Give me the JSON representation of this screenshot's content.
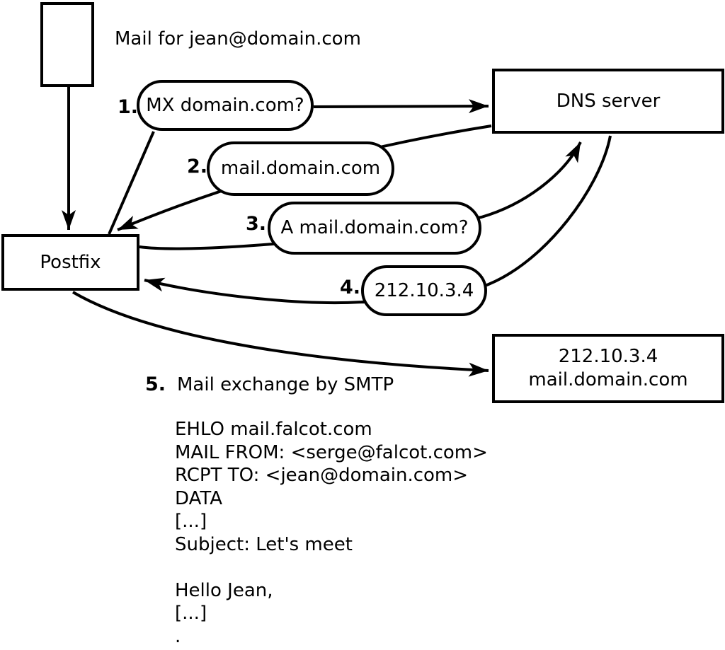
{
  "diagram": {
    "title": "Mail for jean@domain.com",
    "nodes": {
      "postfix": {
        "label": "Postfix"
      },
      "dns": {
        "label": "DNS server"
      },
      "destination": {
        "label": "212.10.3.4\nmail.domain.com"
      }
    },
    "steps": [
      {
        "num": "1.",
        "label": "MX domain.com?"
      },
      {
        "num": "2.",
        "label": "mail.domain.com"
      },
      {
        "num": "3.",
        "label": "A mail.domain.com?"
      },
      {
        "num": "4.",
        "label": "212.10.3.4"
      },
      {
        "num": "5.",
        "label": "Mail exchange by SMTP"
      }
    ],
    "smtp_session": "EHLO mail.falcot.com\nMAIL FROM: <serge@falcot.com>\nRCPT TO: <jean@domain.com>\nDATA\n[...]\nSubject: Let's meet\n\nHello Jean,\n[...]\n."
  },
  "colors": {
    "stroke": "#000000",
    "background": "#ffffff"
  }
}
